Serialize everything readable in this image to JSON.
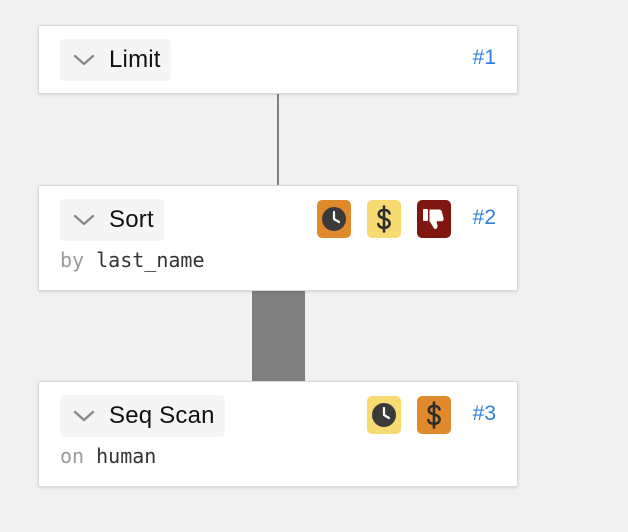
{
  "nodes": [
    {
      "id_label": "#1",
      "title": "Limit",
      "badges": []
    },
    {
      "id_label": "#2",
      "title": "Sort",
      "detail_keyword": "by",
      "detail_value": "last_name",
      "badges": [
        {
          "name": "clock-icon",
          "color": "#e18a2b"
        },
        {
          "name": "dollar-icon",
          "color": "#f7da72"
        },
        {
          "name": "thumbs-down-icon",
          "color": "#7f1710"
        }
      ]
    },
    {
      "id_label": "#3",
      "title": "Seq Scan",
      "detail_keyword": "on",
      "detail_value": "human",
      "badges": [
        {
          "name": "clock-icon",
          "color": "#f7da72"
        },
        {
          "name": "dollar-icon",
          "color": "#e18a2b"
        }
      ]
    }
  ],
  "colors": {
    "background": "#f1f1f1",
    "link": "#2d7fe0",
    "connector": "#808080"
  }
}
